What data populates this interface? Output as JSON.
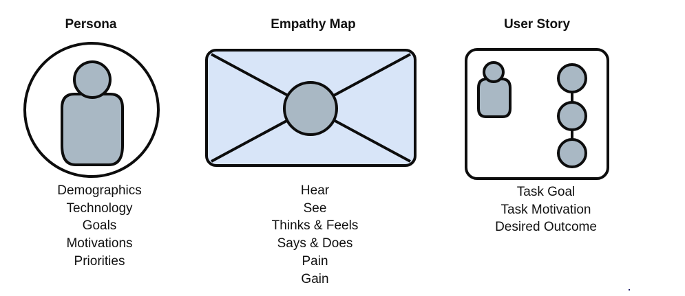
{
  "colors": {
    "stroke": "#0d0d0d",
    "figure_fill": "#a9b8c4",
    "envelope_fill": "#d8e5f8",
    "background": "#ffffff"
  },
  "sections": [
    {
      "title": "Persona",
      "icon": "person-in-circle-icon",
      "items": [
        "Demographics",
        "Technology",
        "Goals",
        "Motivations",
        "Priorities"
      ]
    },
    {
      "title": "Empathy Map",
      "icon": "envelope-icon",
      "items": [
        "Hear",
        "See",
        "Thinks & Feels",
        "Says & Does",
        "Pain",
        "Gain"
      ]
    },
    {
      "title": "User Story",
      "icon": "user-story-icon",
      "items": [
        "Task Goal",
        "Task Motivation",
        "Desired Outcome"
      ]
    }
  ]
}
